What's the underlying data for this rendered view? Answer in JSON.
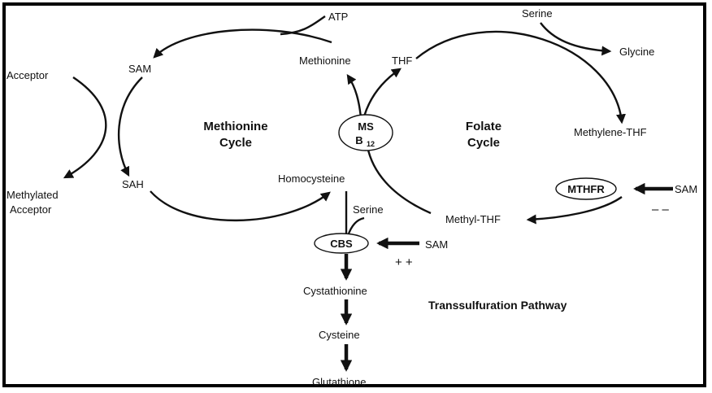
{
  "cycles": {
    "methionine_title_line1": "Methionine",
    "methionine_title_line2": "Cycle",
    "folate_title_line1": "Folate",
    "folate_title_line2": "Cycle"
  },
  "metabolites": {
    "atp": "ATP",
    "sam": "SAM",
    "sah": "SAH",
    "acceptor": "Acceptor",
    "methylated_acceptor_line1": "Methylated",
    "methylated_acceptor_line2": "Acceptor",
    "methionine": "Methionine",
    "homocysteine": "Homocysteine",
    "thf": "THF",
    "serine_top": "Serine",
    "glycine": "Glycine",
    "methylene_thf": "Methylene-THF",
    "methyl_thf": "Methyl-THF",
    "sam_mthfr": "SAM",
    "serine_cbs": "Serine",
    "sam_cbs": "SAM",
    "cystathionine": "Cystathionine",
    "cysteine": "Cysteine",
    "glutathione": "Glutathione"
  },
  "enzymes": {
    "ms": "MS",
    "b12": "B",
    "b12_sub": "12",
    "mthfr": "MTHFR",
    "cbs": "CBS"
  },
  "regulation": {
    "mthfr_sign": "– –",
    "cbs_sign": "+ +"
  },
  "pathway_title": "Transsulfuration Pathway"
}
